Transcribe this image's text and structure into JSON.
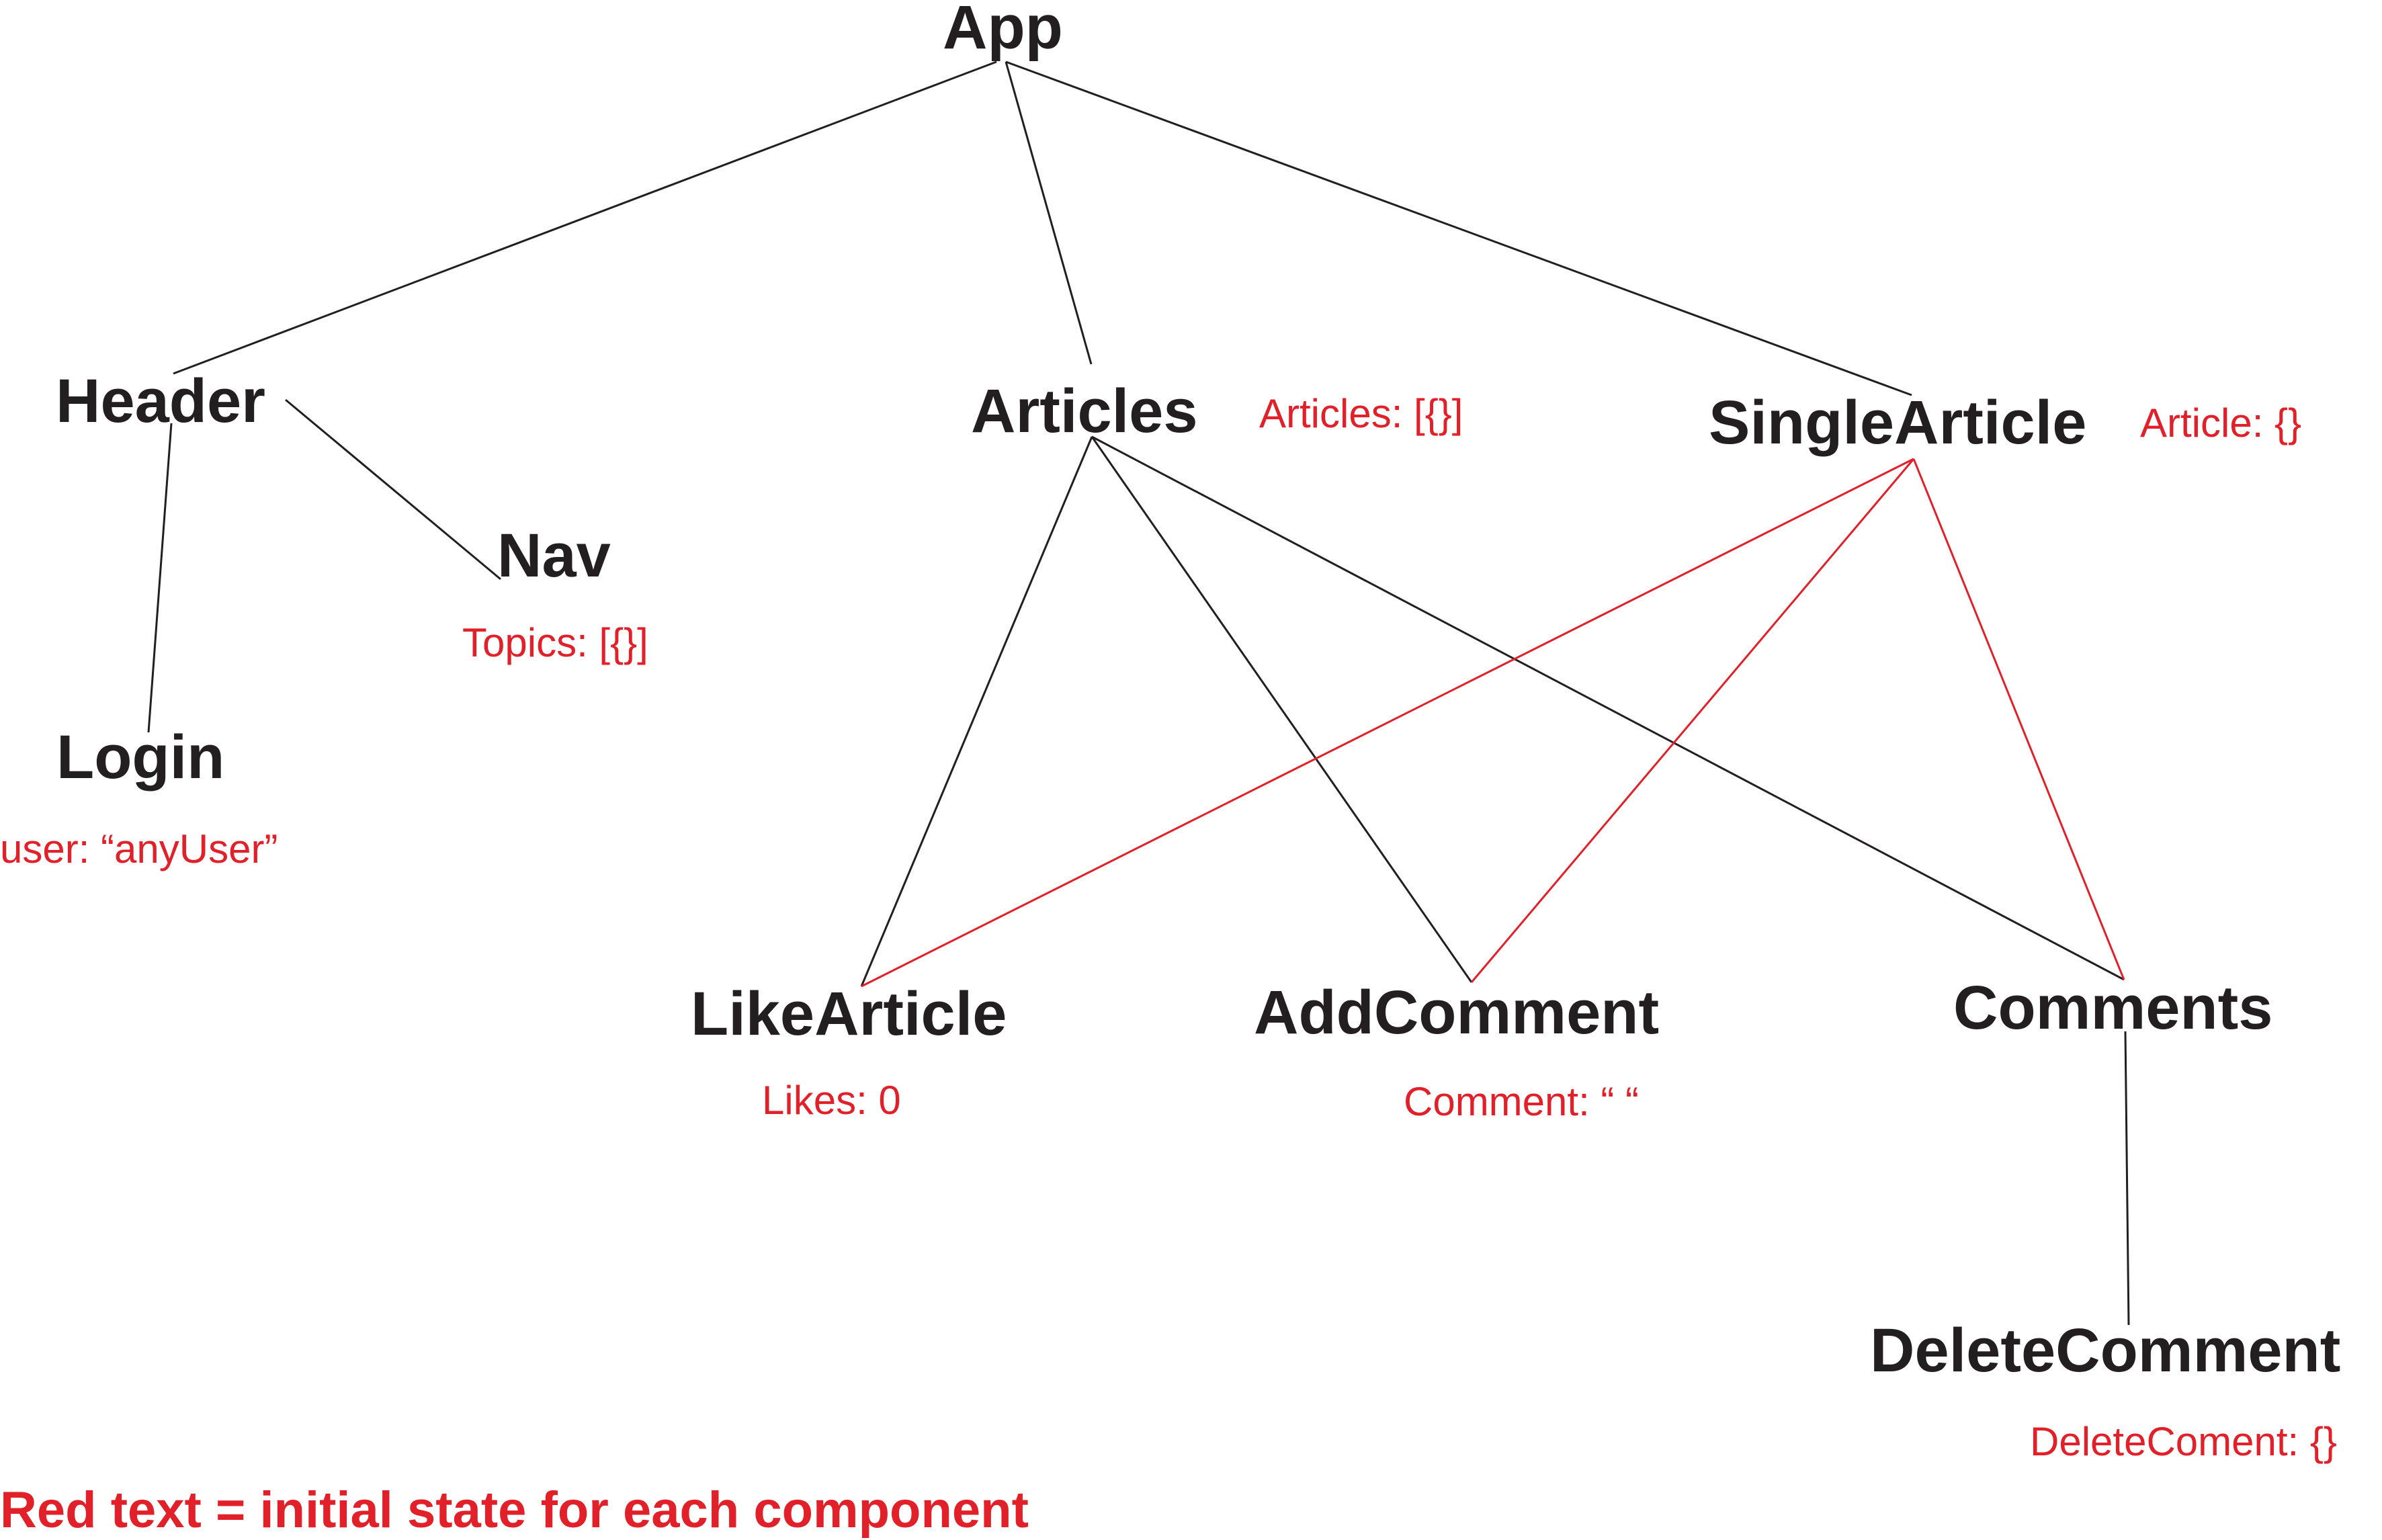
{
  "colors": {
    "node_text": "#231f20",
    "state_text": "#e2202a",
    "black_edge": "#231f20",
    "red_edge": "#e2202a",
    "background": "#ffffff"
  },
  "nodes": {
    "app": "App",
    "header": "Header",
    "nav": "Nav",
    "login": "Login",
    "articles": "Articles",
    "single_article": "SingleArticle",
    "like_article": "LikeArticle",
    "add_comment": "AddComment",
    "comments": "Comments",
    "delete_comment": "DeleteComment"
  },
  "states": {
    "nav": "Topics: [{}]",
    "login": "user: “anyUser”",
    "articles": "Articles: [{}]",
    "single_article": "Article: {}",
    "like_article": "Likes: 0",
    "add_comment": "Comment: “ “",
    "delete_comment": "DeleteComent: {}"
  },
  "edges": [
    {
      "from": "app",
      "to": "header",
      "color": "black"
    },
    {
      "from": "app",
      "to": "articles",
      "color": "black"
    },
    {
      "from": "app",
      "to": "single_article",
      "color": "black"
    },
    {
      "from": "header",
      "to": "login",
      "color": "black"
    },
    {
      "from": "header",
      "to": "nav",
      "color": "black"
    },
    {
      "from": "articles",
      "to": "like_article",
      "color": "black"
    },
    {
      "from": "articles",
      "to": "add_comment",
      "color": "black"
    },
    {
      "from": "articles",
      "to": "comments",
      "color": "black"
    },
    {
      "from": "single_article",
      "to": "like_article",
      "color": "red"
    },
    {
      "from": "single_article",
      "to": "add_comment",
      "color": "red"
    },
    {
      "from": "single_article",
      "to": "comments",
      "color": "red"
    },
    {
      "from": "comments",
      "to": "delete_comment",
      "color": "black"
    }
  ],
  "legend": "Red text = initial state for each component"
}
